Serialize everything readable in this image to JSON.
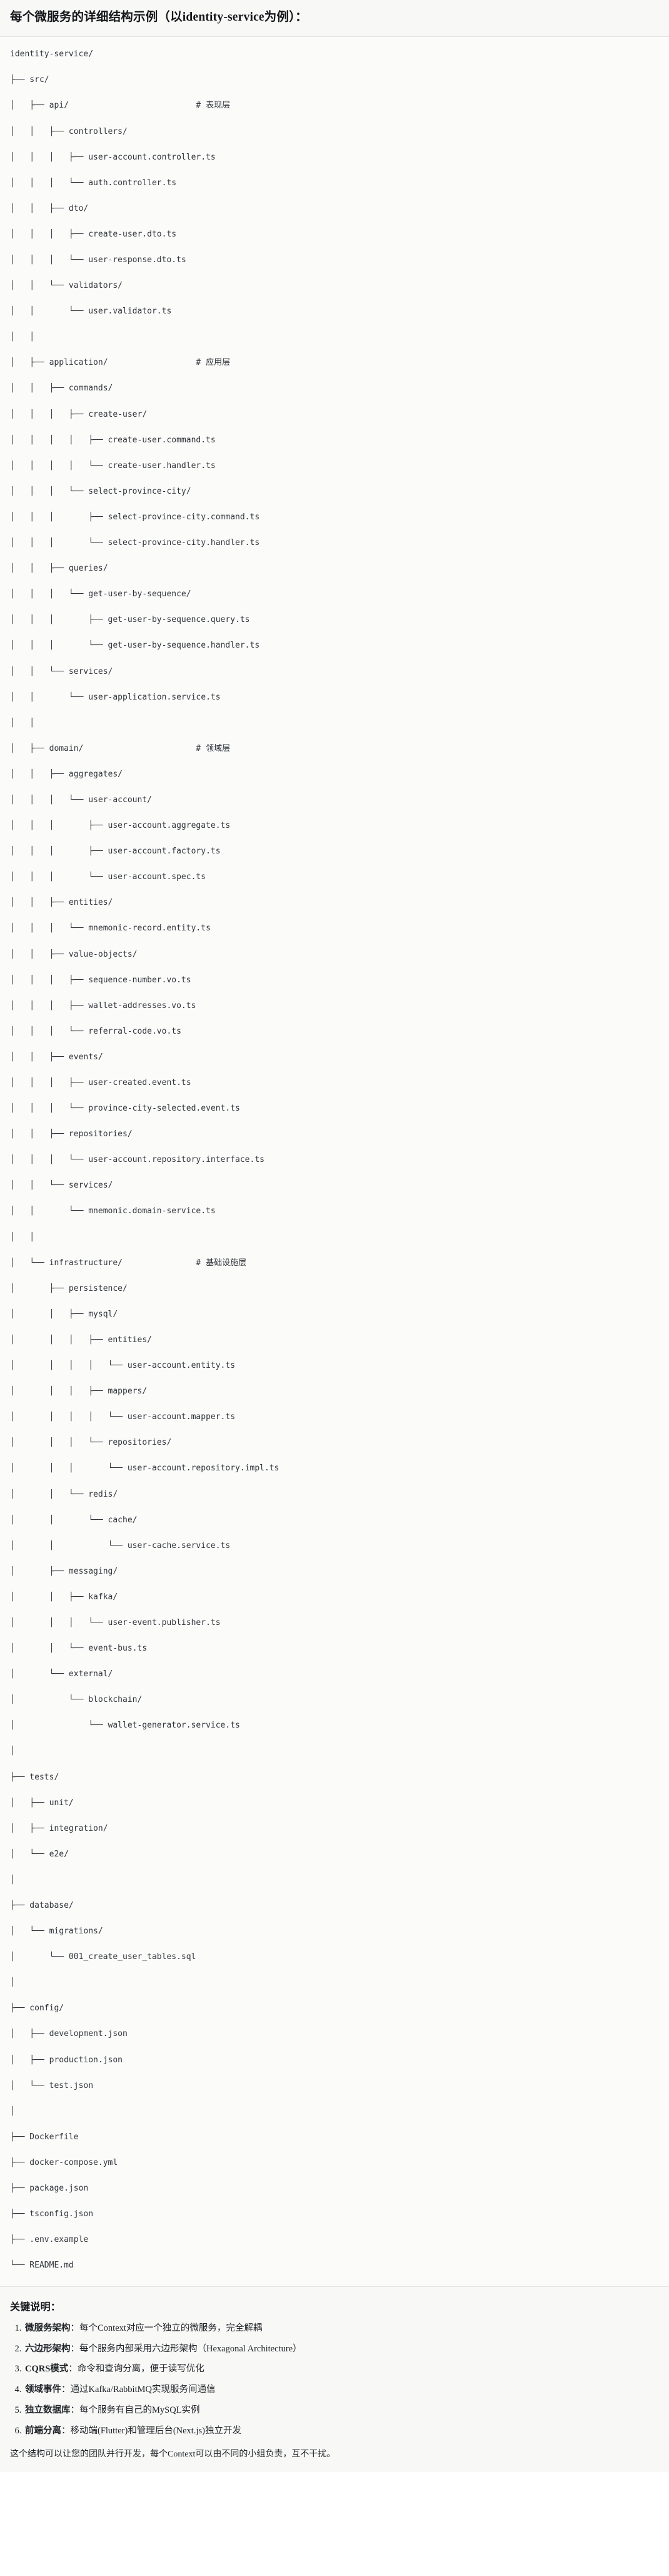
{
  "header": {
    "title": "每个微服务的详细结构示例（以identity-service为例）："
  },
  "tree": {
    "root": "identity-service/",
    "lines": [
      "identity-service/",
      "├── src/",
      "│   ├── api/                          # 表现层",
      "│   │   ├── controllers/",
      "│   │   │   ├── user-account.controller.ts",
      "│   │   │   └── auth.controller.ts",
      "│   │   ├── dto/",
      "│   │   │   ├── create-user.dto.ts",
      "│   │   │   └── user-response.dto.ts",
      "│   │   └── validators/",
      "│   │       └── user.validator.ts",
      "│   │",
      "│   ├── application/                  # 应用层",
      "│   │   ├── commands/",
      "│   │   │   ├── create-user/",
      "│   │   │   │   ├── create-user.command.ts",
      "│   │   │   │   └── create-user.handler.ts",
      "│   │   │   └── select-province-city/",
      "│   │   │       ├── select-province-city.command.ts",
      "│   │   │       └── select-province-city.handler.ts",
      "│   │   ├── queries/",
      "│   │   │   └── get-user-by-sequence/",
      "│   │   │       ├── get-user-by-sequence.query.ts",
      "│   │   │       └── get-user-by-sequence.handler.ts",
      "│   │   └── services/",
      "│   │       └── user-application.service.ts",
      "│   │",
      "│   ├── domain/                       # 领域层",
      "│   │   ├── aggregates/",
      "│   │   │   └── user-account/",
      "│   │   │       ├── user-account.aggregate.ts",
      "│   │   │       ├── user-account.factory.ts",
      "│   │   │       └── user-account.spec.ts",
      "│   │   ├── entities/",
      "│   │   │   └── mnemonic-record.entity.ts",
      "│   │   ├── value-objects/",
      "│   │   │   ├── sequence-number.vo.ts",
      "│   │   │   ├── wallet-addresses.vo.ts",
      "│   │   │   └── referral-code.vo.ts",
      "│   │   ├── events/",
      "│   │   │   ├── user-created.event.ts",
      "│   │   │   └── province-city-selected.event.ts",
      "│   │   ├── repositories/",
      "│   │   │   └── user-account.repository.interface.ts",
      "│   │   └── services/",
      "│   │       └── mnemonic.domain-service.ts",
      "│   │",
      "│   └── infrastructure/               # 基础设施层",
      "│       ├── persistence/",
      "│       │   ├── mysql/",
      "│       │   │   ├── entities/",
      "│       │   │   │   └── user-account.entity.ts",
      "│       │   │   ├── mappers/",
      "│       │   │   │   └── user-account.mapper.ts",
      "│       │   │   └── repositories/",
      "│       │   │       └── user-account.repository.impl.ts",
      "│       │   └── redis/",
      "│       │       └── cache/",
      "│       │           └── user-cache.service.ts",
      "│       ├── messaging/",
      "│       │   ├── kafka/",
      "│       │   │   └── user-event.publisher.ts",
      "│       │   └── event-bus.ts",
      "│       └── external/",
      "│           └── blockchain/",
      "│               └── wallet-generator.service.ts",
      "│",
      "├── tests/",
      "│   ├── unit/",
      "│   ├── integration/",
      "│   └── e2e/",
      "│",
      "├── database/",
      "│   └── migrations/",
      "│       └── 001_create_user_tables.sql",
      "│",
      "├── config/",
      "│   ├── development.json",
      "│   ├── production.json",
      "│   └── test.json",
      "│",
      "├── Dockerfile",
      "├── docker-compose.yml",
      "├── package.json",
      "├── tsconfig.json",
      "├── .env.example",
      "└── README.md"
    ],
    "layer_comments": [
      "# 表现层",
      "# 应用层",
      "# 领域层",
      "# 基础设施层"
    ]
  },
  "notes": {
    "title": "关键说明：",
    "items": [
      {
        "label": "微服务架构",
        "body": "：每个Context对应一个独立的微服务，完全解耦"
      },
      {
        "label": "六边形架构",
        "body": "：每个服务内部采用六边形架构（Hexagonal Architecture）"
      },
      {
        "label": "CQRS模式",
        "body": "：命令和查询分离，便于读写优化"
      },
      {
        "label": "领域事件",
        "body": "：通过Kafka/RabbitMQ实现服务间通信"
      },
      {
        "label": "独立数据库",
        "body": "：每个服务有自己的MySQL实例"
      },
      {
        "label": "前端分离",
        "body": "：移动端(Flutter)和管理后台(Next.js)独立开发"
      }
    ],
    "closing": "这个结构可以让您的团队并行开发，每个Context可以由不同的小组负责，互不干扰。"
  }
}
